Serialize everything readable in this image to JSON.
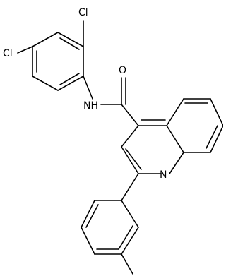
{
  "structure": {
    "atom_labels": {
      "cl_top": "Cl",
      "cl_left": "Cl",
      "amide_n": "NH",
      "carbonyl_o": "O",
      "quinoline_n": "N"
    }
  }
}
